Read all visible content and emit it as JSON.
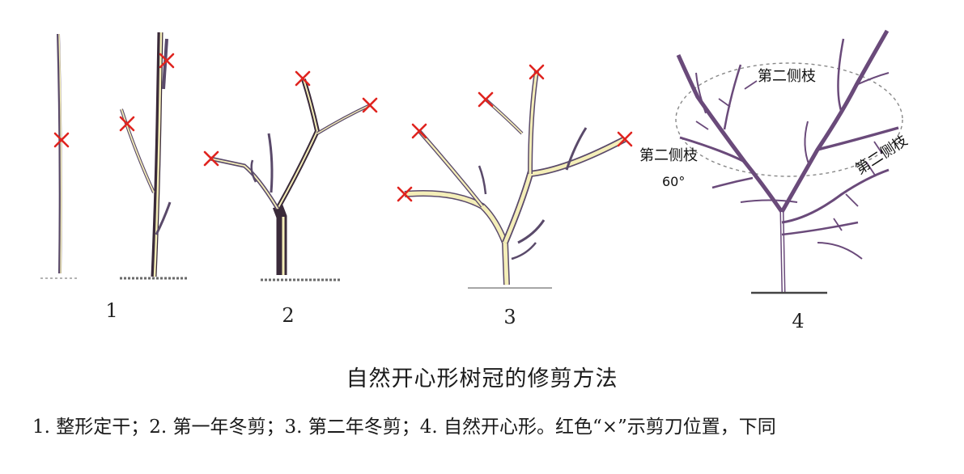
{
  "figure": {
    "panels": [
      {
        "number": "1"
      },
      {
        "number": "2"
      },
      {
        "number": "3"
      },
      {
        "number": "4"
      }
    ],
    "annotations": {
      "label_top": "第二侧枝",
      "label_left": "第二侧枝",
      "label_right": "第二侧枝",
      "angle": "60°"
    },
    "caption_title": "自然开心形树冠的修剪方法",
    "caption_note": "1. 整形定干；2. 第一年冬剪；3. 第二年冬剪；4. 自然开心形。红色“×”示剪刀位置，下同"
  },
  "colors": {
    "cut_mark": "#e0241f",
    "branch_fill": "#f4eeb8",
    "branch_outline": "#5a4a6a",
    "trunk_dark": "#3a2a3a",
    "panel4_branch": "#6a4a7a"
  }
}
